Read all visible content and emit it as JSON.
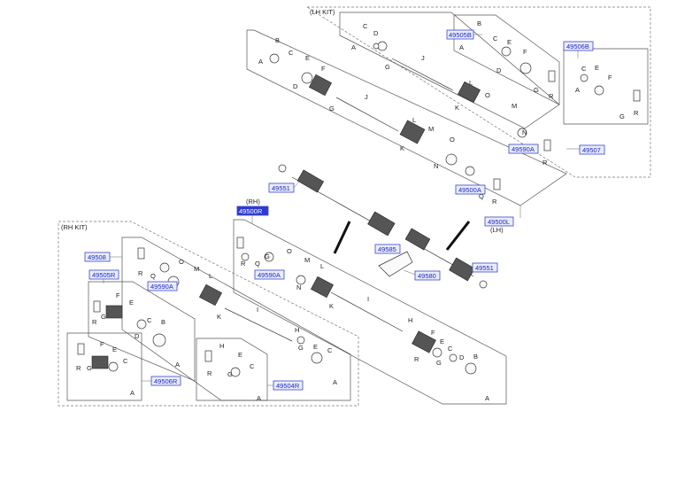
{
  "kit_labels": {
    "lh_kit": "(LH KIT)",
    "rh_kit": "(RH KIT)",
    "rh": "(RH)",
    "lh": "(LH)"
  },
  "part_numbers": {
    "p49505B": "49505B",
    "p49506B": "49506B",
    "p49507": "49507",
    "p49590A_top": "49590A",
    "p49500A": "49500A",
    "p49500L": "49500L",
    "p49551_top": "49551",
    "p49500R": "49500R",
    "p49585": "49585",
    "p49580": "49580",
    "p49551_right": "49551",
    "p49508": "49508",
    "p49505R": "49505R",
    "p49590A_mid": "49590A",
    "p49590A_left": "49590A",
    "p49506R": "49506R",
    "p49504R": "49504R"
  },
  "letters": {
    "A": "A",
    "B": "B",
    "C": "C",
    "D": "D",
    "E": "E",
    "F": "F",
    "G": "G",
    "H": "H",
    "I": "I",
    "J": "J",
    "K": "K",
    "L": "L",
    "M": "M",
    "N": "N",
    "O": "O",
    "Q": "Q",
    "R": "R"
  },
  "colors": {
    "selected": "#2e3bd0",
    "link": "#1a28b8",
    "link_bg": "#e9ecff"
  }
}
